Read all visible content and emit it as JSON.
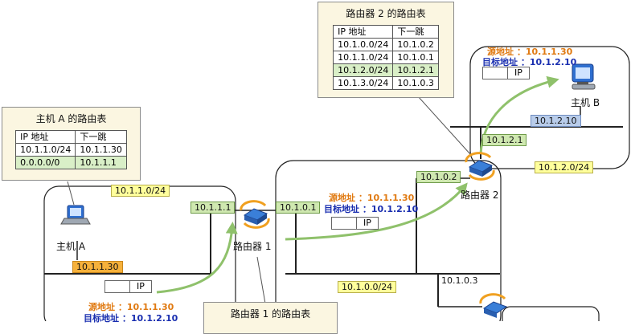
{
  "title_suffix": "的路由表",
  "hosts": {
    "a": {
      "label": "主机 A",
      "ip": "10.1.1.30"
    },
    "b": {
      "label": "主机 B",
      "ip": "10.1.2.10"
    }
  },
  "routers": {
    "r1": {
      "label": "路由器 1",
      "if_left": "10.1.1.1",
      "if_right": "10.1.0.1"
    },
    "r2": {
      "label": "路由器 2",
      "if_left": "10.1.0.2",
      "if_top": "10.1.2.1"
    }
  },
  "networks": {
    "net_a": "10.1.1.0/24",
    "net_b": "10.1.2.0/24",
    "net_mid": "10.1.0.0/24",
    "r3_if": "10.1.0.3"
  },
  "packet": {
    "ip_label": "IP",
    "src": "源地址 ：10.1.1.30",
    "dst": "目标地址 ：10.1.2.10"
  },
  "tables": {
    "host_a": {
      "title": "主机 A 的路由表",
      "headers": [
        "IP 地址",
        "下一跳"
      ],
      "rows": [
        [
          "10.1.1.0/24",
          "10.1.1.30"
        ],
        [
          "0.0.0.0/0",
          "10.1.1.1"
        ]
      ],
      "highlight_row": 1
    },
    "router2": {
      "title": "路由器 2 的路由表",
      "headers": [
        "IP 地址",
        "下一跳"
      ],
      "rows": [
        [
          "10.1.0.0/24",
          "10.1.0.2"
        ],
        [
          "10.1.1.0/24",
          "10.1.0.1"
        ],
        [
          "10.1.2.0/24",
          "10.1.2.1"
        ],
        [
          "10.1.3.0/24",
          "10.1.0.3"
        ]
      ],
      "highlight_row": 2
    },
    "router1": {
      "title": "路由器 1 的路由表"
    }
  },
  "colors": {
    "arrow": "#8fc16b",
    "source_text": "#e07a12",
    "dest_text": "#1a2fb0",
    "tag_green": "#cfe8b0",
    "tag_yellow": "#ffff9c",
    "tag_orange": "#f6b13b",
    "tag_blue": "#b8ccea",
    "panel_bg": "#fbf6e1"
  },
  "icons": [
    "laptop-icon",
    "desktop-computer-icon",
    "router-icon"
  ]
}
